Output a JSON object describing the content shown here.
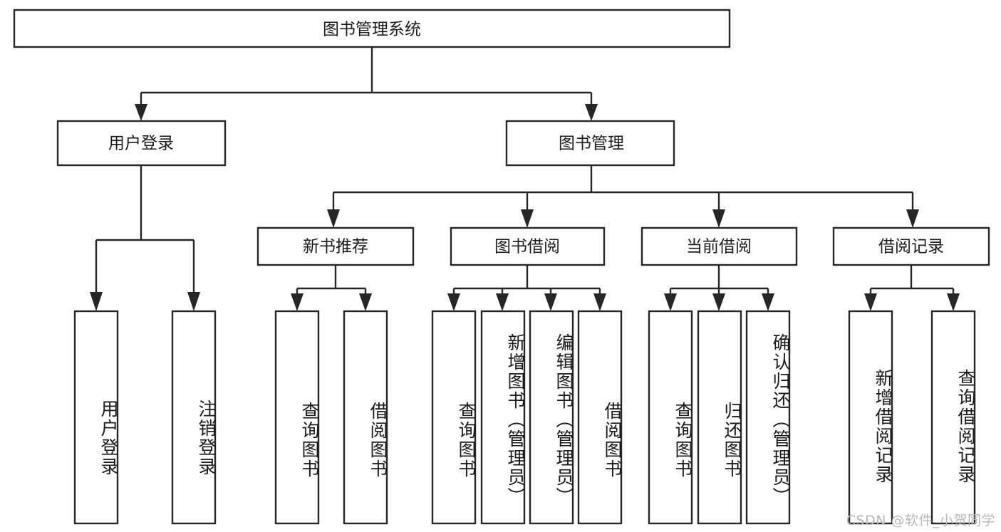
{
  "diagram": {
    "title": "图书管理系统",
    "type": "hierarchy-tree",
    "root": {
      "id": "root",
      "label": "图书管理系统",
      "orientation": "horizontal"
    },
    "level2": [
      {
        "id": "user-login",
        "label": "用户登录",
        "orientation": "horizontal"
      },
      {
        "id": "book-management",
        "label": "图书管理",
        "orientation": "horizontal"
      }
    ],
    "level3": [
      {
        "id": "new-book-recommend",
        "label": "新书推荐",
        "parent": "book-management",
        "orientation": "horizontal"
      },
      {
        "id": "book-borrow",
        "label": "图书借阅",
        "parent": "book-management",
        "orientation": "horizontal"
      },
      {
        "id": "current-borrow",
        "label": "当前借阅",
        "parent": "book-management",
        "orientation": "horizontal"
      },
      {
        "id": "borrow-record",
        "label": "借阅记录",
        "parent": "book-management",
        "orientation": "horizontal"
      }
    ],
    "leaves": [
      {
        "id": "leaf-user-login",
        "label": "用户登录",
        "parent": "user-login",
        "orientation": "vertical"
      },
      {
        "id": "leaf-logout-login",
        "label": "注销登录",
        "parent": "user-login",
        "orientation": "vertical"
      },
      {
        "id": "leaf-query-book-1",
        "label": "查询图书",
        "parent": "new-book-recommend",
        "orientation": "vertical"
      },
      {
        "id": "leaf-borrow-book-1",
        "label": "借阅图书",
        "parent": "new-book-recommend",
        "orientation": "vertical"
      },
      {
        "id": "leaf-query-book-2",
        "label": "查询图书",
        "parent": "book-borrow",
        "orientation": "vertical"
      },
      {
        "id": "leaf-add-book",
        "label": "新增图书（管理员）",
        "parent": "book-borrow",
        "orientation": "vertical"
      },
      {
        "id": "leaf-edit-book",
        "label": "编辑图书（管理员）",
        "parent": "book-borrow",
        "orientation": "vertical"
      },
      {
        "id": "leaf-borrow-book-2",
        "label": "借阅图书",
        "parent": "book-borrow",
        "orientation": "vertical"
      },
      {
        "id": "leaf-query-book-3",
        "label": "查询图书",
        "parent": "current-borrow",
        "orientation": "vertical"
      },
      {
        "id": "leaf-return-book",
        "label": "归还图书",
        "parent": "current-borrow",
        "orientation": "vertical"
      },
      {
        "id": "leaf-confirm-return",
        "label": "确认归还（管理员）",
        "parent": "current-borrow",
        "orientation": "vertical"
      },
      {
        "id": "leaf-add-record",
        "label": "新增借阅记录",
        "parent": "borrow-record",
        "orientation": "vertical"
      },
      {
        "id": "leaf-query-record",
        "label": "查询借阅记录",
        "parent": "borrow-record",
        "orientation": "vertical"
      }
    ]
  },
  "watermark": {
    "text": "CSDN @软件_小贺同学",
    "color": "#b8b8b8"
  },
  "colors": {
    "stroke": "#262626",
    "fill": "#ffffff",
    "text": "#1a1a1a",
    "background": "#ffffff"
  }
}
